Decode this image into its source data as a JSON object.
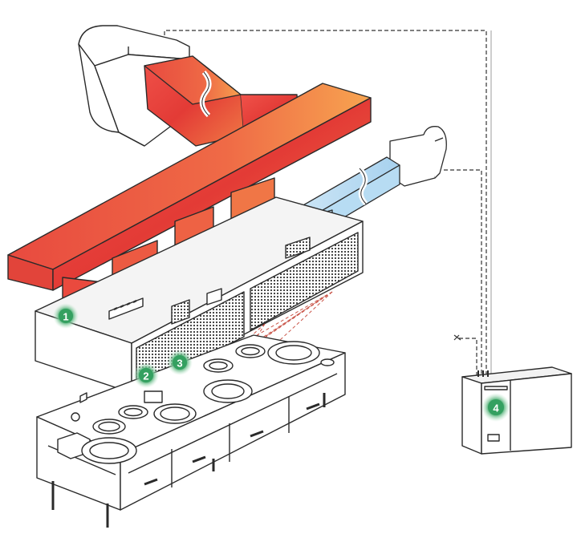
{
  "diagram": {
    "colors": {
      "exhaust_duct": "#e8413a",
      "exhaust_duct_light": "#f58a4a",
      "supply_duct": "#a9d3ee",
      "supply_duct_light": "#e4f2fb",
      "outline": "#2a2a2a",
      "marker": "#2f9e5a",
      "marker_glow": "#b9e3c6",
      "detector_beam": "#c0392b",
      "control_wire": "#333333"
    },
    "markers": [
      {
        "label": "1",
        "icon": "numbered-badge"
      },
      {
        "label": "2",
        "icon": "numbered-badge"
      },
      {
        "label": "3",
        "icon": "numbered-badge"
      },
      {
        "label": "4",
        "icon": "numbered-badge"
      }
    ]
  }
}
